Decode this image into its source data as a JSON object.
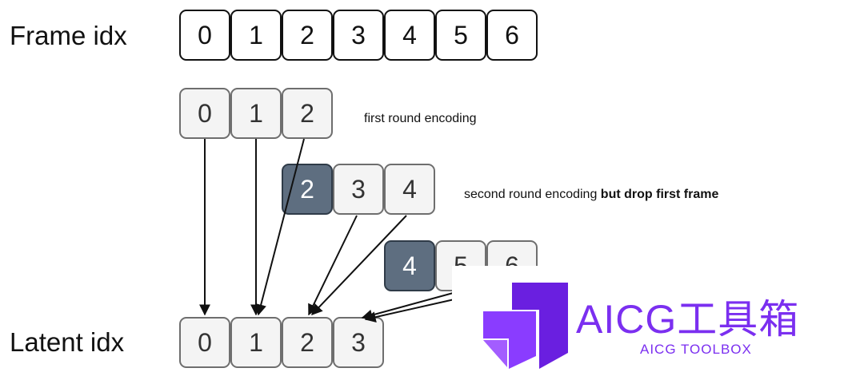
{
  "labels": {
    "frame_idx": "Frame idx",
    "latent_idx": "Latent idx"
  },
  "frames": [
    "0",
    "1",
    "2",
    "3",
    "4",
    "5",
    "6"
  ],
  "round1": {
    "boxes": [
      "0",
      "1",
      "2"
    ],
    "caption": "first round encoding"
  },
  "round2": {
    "boxes": [
      "2",
      "3",
      "4"
    ],
    "caption_normal": "second round encoding ",
    "caption_bold": "but drop first frame"
  },
  "round3": {
    "boxes": [
      "4",
      "5",
      "6"
    ]
  },
  "latents": [
    "0",
    "1",
    "2",
    "3"
  ],
  "watermark": {
    "title": "AICG工具箱",
    "subtitle": "AICG TOOLBOX",
    "icon": "aicg-logo-icon",
    "color": "#7b2ff0"
  },
  "colors": {
    "dropped_fill": "#5e6e80",
    "box_fill": "#f4f4f4"
  }
}
